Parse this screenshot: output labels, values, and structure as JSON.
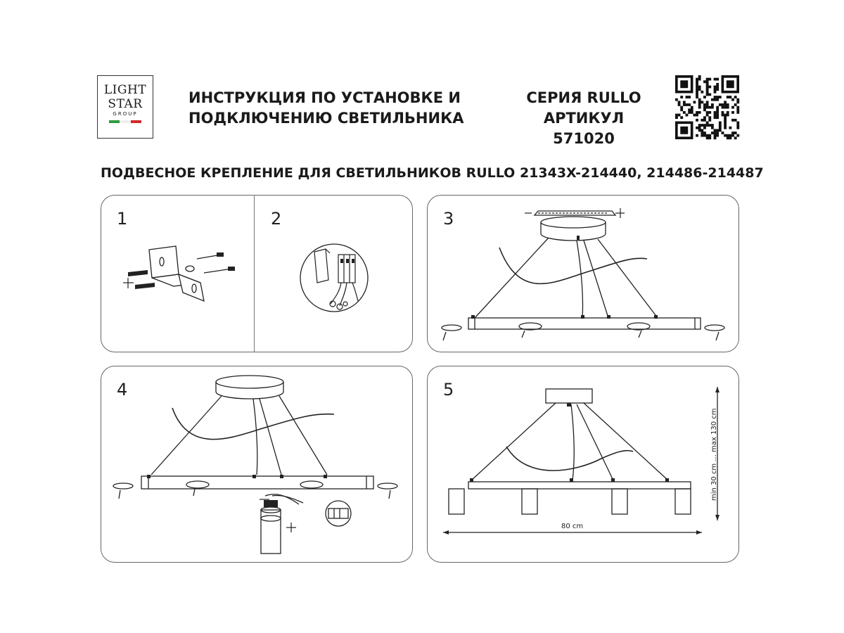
{
  "logo": {
    "line1": "LIGHT",
    "line2": "STAR",
    "line3": "GROUP",
    "flag_colors": [
      "#2e9a3e",
      "#ffffff",
      "#d32a2a"
    ]
  },
  "header": {
    "title_line1": "ИНСТРУКЦИЯ ПО УСТАНОВКЕ И",
    "title_line2": "ПОДКЛЮЧЕНИЮ СВЕТИЛЬНИКА",
    "series": "СЕРИЯ RULLO",
    "article": "АРТИКУЛ 571020"
  },
  "subtitle": "ПОДВЕСНОЕ КРЕПЛЕНИЕ ДЛЯ СВЕТИЛЬНИКОВ RULLO 21343X-214440, 214486-214487",
  "steps": [
    "1",
    "2",
    "3",
    "4",
    "5"
  ],
  "dimensions": {
    "width": "80 cm",
    "height": "min 30 cm ... max 130 cm"
  }
}
